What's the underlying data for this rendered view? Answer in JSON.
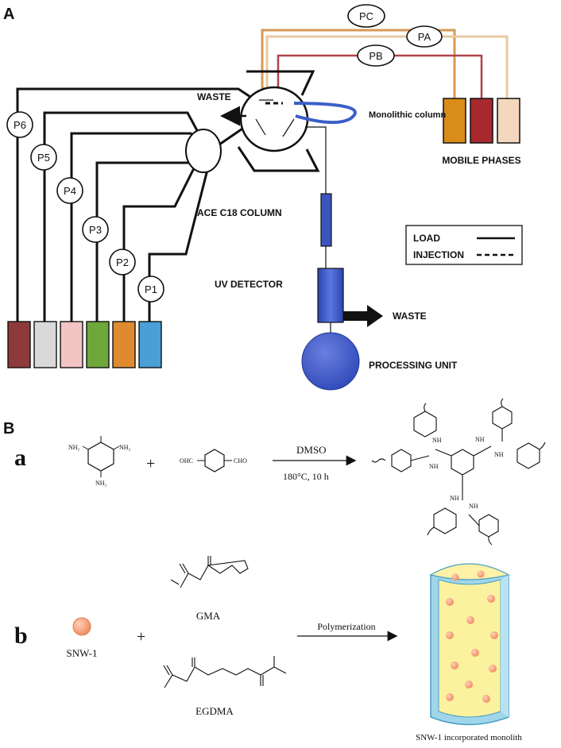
{
  "panel_a": {
    "label": "A",
    "pumps": [
      "P6",
      "P5",
      "P4",
      "P3",
      "P2",
      "P1"
    ],
    "phase_pumps": [
      "PC",
      "PA",
      "PB"
    ],
    "waste_top": "WASTE",
    "monolithic_column": "Monolithic column",
    "mobile_phases": "MOBILE PHASES",
    "ace_column": "ACE C18 COLUMN",
    "uv_detector": "UV DETECTOR",
    "waste_bottom": "WASTE",
    "processing_unit": "PROCESSING UNIT",
    "legend": {
      "load": "LOAD",
      "injection": "INJECTION"
    },
    "sample_colors": [
      "#8e3a3a",
      "#d9d9d9",
      "#f2c4c4",
      "#6fa83a",
      "#e08a30",
      "#4a9fd6"
    ],
    "phase_colors": [
      "#d98c1a",
      "#a8282e",
      "#f3d8bd"
    ]
  },
  "panel_b": {
    "label": "B",
    "row_a": {
      "label": "a",
      "amine_groups": [
        "NH₂",
        "NH₂",
        "NH₂"
      ],
      "plus": "+",
      "aldehyde_left": "OHC",
      "aldehyde_right": "CHO",
      "reagent": "DMSO",
      "conditions": "180°C, 10 h",
      "nh_labels": [
        "NH",
        "NH",
        "NH",
        "NH",
        "NH",
        "NH"
      ]
    },
    "row_b": {
      "label": "b",
      "particle": "SNW-1",
      "plus": "+",
      "monomer1": "GMA",
      "monomer2": "EGDMA",
      "process": "Polymerization",
      "product": "SNW-1 incorporated monolith"
    }
  }
}
